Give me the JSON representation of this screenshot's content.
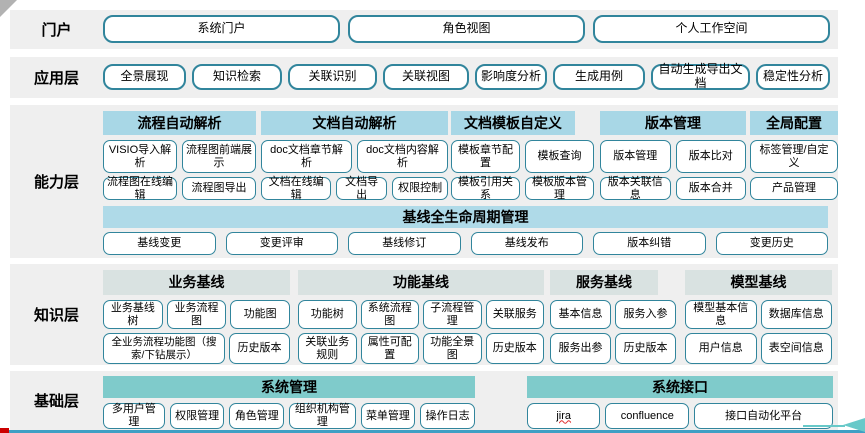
{
  "layers": {
    "portal": {
      "label": "门户",
      "boxes": [
        "系统门户",
        "角色视图",
        "个人工作空间"
      ]
    },
    "application": {
      "label": "应用层",
      "boxes": [
        "全景展现",
        "知识检索",
        "关联识别",
        "关联视图",
        "影响度分析",
        "生成用例",
        "自动生成导出文档",
        "稳定性分析"
      ]
    },
    "capability": {
      "label": "能力层",
      "groups": [
        {
          "header": "流程自动解析",
          "row1": [
            "VISIO导入解析",
            "流程图前端展示"
          ],
          "row2": [
            "流程图在线编辑",
            "流程图导出"
          ]
        },
        {
          "header": "文档自动解析",
          "row1": [
            "doc文档章节解析",
            "doc文档内容解析"
          ],
          "row2": [
            "文档在线编辑",
            "文档导出",
            "权限控制"
          ]
        },
        {
          "header": "文档模板自定义",
          "row1": [
            "模板章节配置",
            "模板查询"
          ],
          "row2": [
            "模板引用关系",
            "模板版本管理"
          ]
        },
        {
          "header": "版本管理",
          "row1": [
            "版本管理",
            "版本比对"
          ],
          "row2": [
            "版本关联信息",
            "版本合并"
          ]
        },
        {
          "header": "全局配置",
          "row1": [
            "标签管理/自定义"
          ],
          "row2": [
            "产品管理"
          ]
        }
      ],
      "baseline": {
        "header": "基线全生命周期管理",
        "boxes": [
          "基线变更",
          "变更评审",
          "基线修订",
          "基线发布",
          "版本纠错",
          "变更历史"
        ]
      }
    },
    "knowledge": {
      "label": "知识层",
      "groups": [
        {
          "header": "业务基线",
          "row1": [
            "业务基线树",
            "业务流程图",
            "功能图"
          ],
          "row2": [
            "全业务流程功能图（搜索/下钻展示）",
            "历史版本"
          ]
        },
        {
          "header": "功能基线",
          "row1": [
            "功能树",
            "系统流程图",
            "子流程管理",
            "关联服务"
          ],
          "row2": [
            "关联业务规则",
            "属性可配置",
            "功能全景图",
            "历史版本"
          ]
        },
        {
          "header": "服务基线",
          "row1": [
            "基本信息",
            "服务入参"
          ],
          "row2": [
            "服务出参",
            "历史版本"
          ]
        },
        {
          "header": "模型基线",
          "row1": [
            "模型基本信息",
            "数据库信息"
          ],
          "row2": [
            "用户信息",
            "表空间信息"
          ]
        }
      ]
    },
    "foundation": {
      "label": "基础层",
      "groups": [
        {
          "header": "系统管理",
          "boxes": [
            "多用户管理",
            "权限管理",
            "角色管理",
            "组织机构管理",
            "菜单管理",
            "操作日志"
          ]
        },
        {
          "header": "系统接口",
          "boxes": [
            "jira",
            "confluence",
            "接口自动化平台"
          ]
        }
      ]
    }
  },
  "colors": {
    "box_border": "#31859C",
    "capability_header_bg": "#A8D7E6",
    "baseline_header_bg": "#AFDAE8",
    "knowledge_header_bg": "#D9E2E1",
    "foundation_header_bg": "#7FCBCB",
    "band_bg": "#EFEFEF",
    "bottom_line": "#3F9FC4",
    "bottom_line_accent": "#CC0000",
    "arrow": "#68C9C9"
  }
}
